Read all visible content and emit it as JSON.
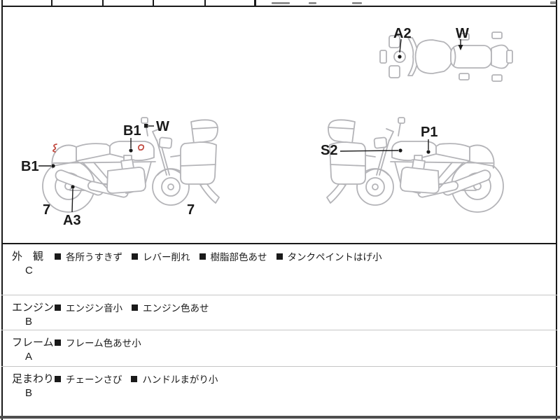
{
  "colors": {
    "line": "#b4b4b8",
    "mark": "#c0473d",
    "ink": "#1a1a1a",
    "separator": "#c6c6c6",
    "section-bar": "#4e4e4e"
  },
  "diagram": {
    "labels": {
      "top_a2": "A2",
      "top_w": "W",
      "left_rear_b1": "B1",
      "left_tank_b1": "B1",
      "left_w": "W",
      "left_a3": "A3",
      "left_rear_wheel": "7",
      "left_front_wheel": "7",
      "right_s2": "S2",
      "right_p1": "P1"
    }
  },
  "table": {
    "rows": [
      {
        "category": "外　観",
        "grade": "C",
        "items": [
          "各所うすきず",
          "レバー削れ",
          "樹脂部色あせ",
          "タンクペイントはげ小"
        ]
      },
      {
        "category": "エンジン",
        "grade": "B",
        "items": [
          "エンジン音小",
          "エンジン色あせ"
        ]
      },
      {
        "category": "フレーム",
        "grade": "A",
        "items": [
          "フレーム色あせ小"
        ]
      },
      {
        "category": "足まわり",
        "grade": "B",
        "items": [
          "チェーンさび",
          "ハンドルまがり小"
        ]
      }
    ]
  }
}
